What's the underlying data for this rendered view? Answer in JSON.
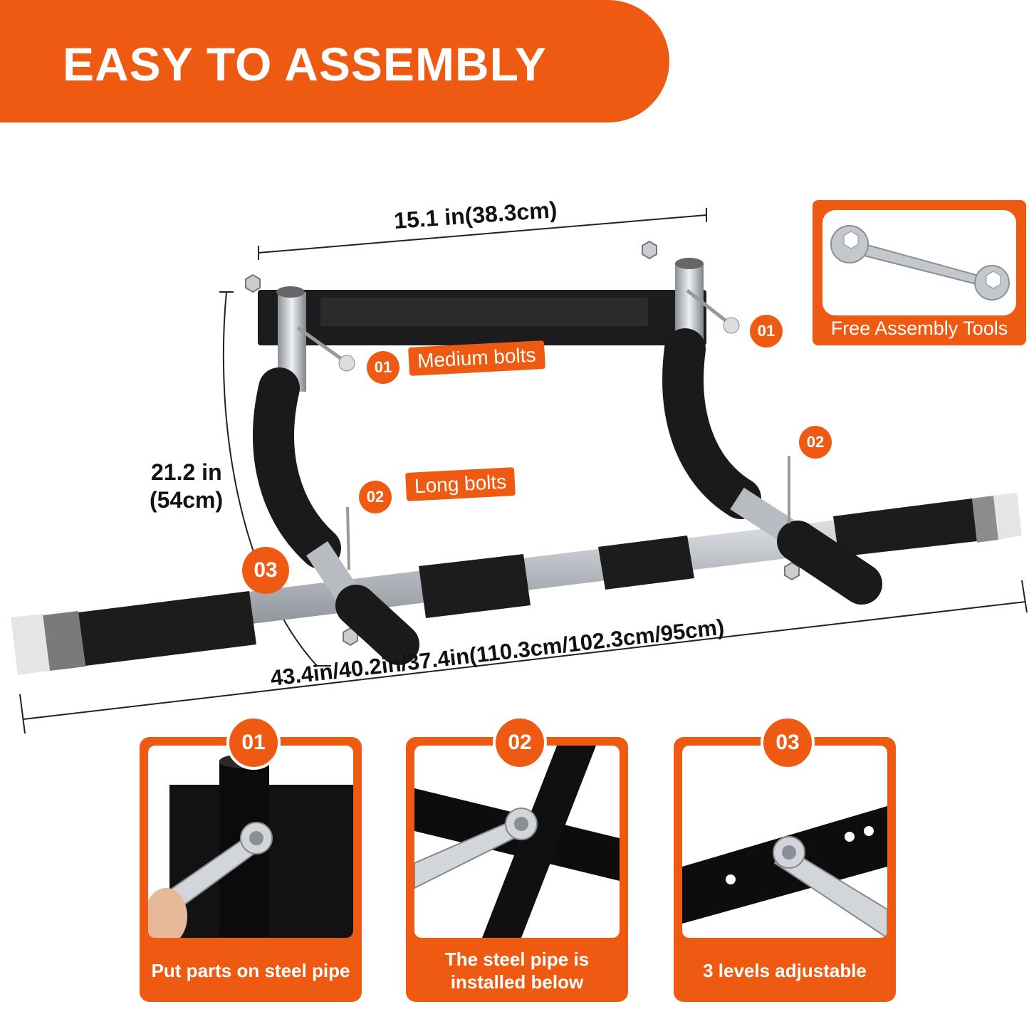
{
  "banner": {
    "title": "EASY TO ASSEMBLY"
  },
  "dimensions": {
    "top_width": "15.1 in(38.3cm)",
    "height_in": "21.2 in",
    "height_cm": "(54cm)",
    "length": "43.4in/40.2in/37.4in(110.3cm/102.3cm/95cm)"
  },
  "callouts": {
    "medium_bolts_num": "01",
    "medium_bolts_label": "Medium bolts",
    "medium_bolts_num_right": "01",
    "long_bolts_num": "02",
    "long_bolts_label": "Long bolts",
    "long_bolts_num_right": "02",
    "adjust_num": "03"
  },
  "tools": {
    "label": "Free Assembly Tools",
    "icon": "wrench-icon"
  },
  "steps": [
    {
      "num": "01",
      "caption": "Put parts on steel pipe"
    },
    {
      "num": "02",
      "caption": "The steel pipe is installed below"
    },
    {
      "num": "03",
      "caption": "3 levels adjustable"
    }
  ],
  "colors": {
    "accent": "#ee5a12",
    "foam": "#1a1a1a",
    "steel": "#b8bcc2"
  }
}
